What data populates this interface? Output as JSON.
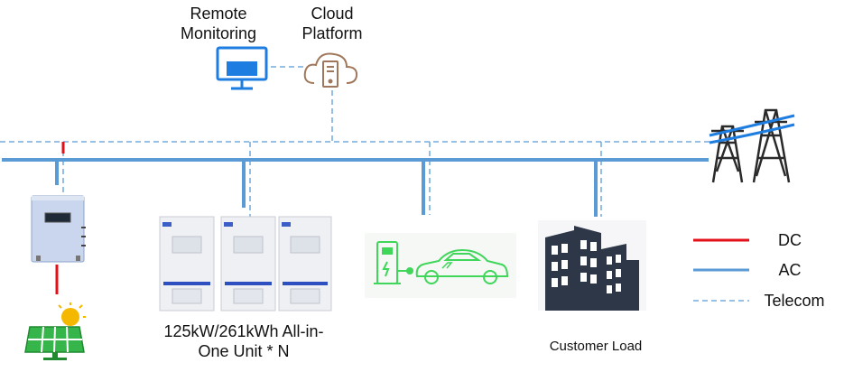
{
  "labels": {
    "remote_monitoring_line1": "Remote",
    "remote_monitoring_line2": "Monitoring",
    "cloud_platform_line1": "Cloud",
    "cloud_platform_line2": "Platform",
    "unit_line1": "125kW/261kWh All-in-",
    "unit_line2": "One Unit * N",
    "customer_load": "Customer Load"
  },
  "legend": {
    "dc": "DC",
    "ac": "AC",
    "telecom": "Telecom"
  },
  "colors": {
    "dc": "#e3101a",
    "ac": "#5b9bd5",
    "telecom": "#5b9bd5",
    "monitor": "#1e7de0",
    "cloud": "#a0775a",
    "ev": "#3fd65a",
    "solar": "#35b54a",
    "sun": "#f5b800",
    "building": "#2d3748",
    "tower": "#2a2a2a"
  }
}
